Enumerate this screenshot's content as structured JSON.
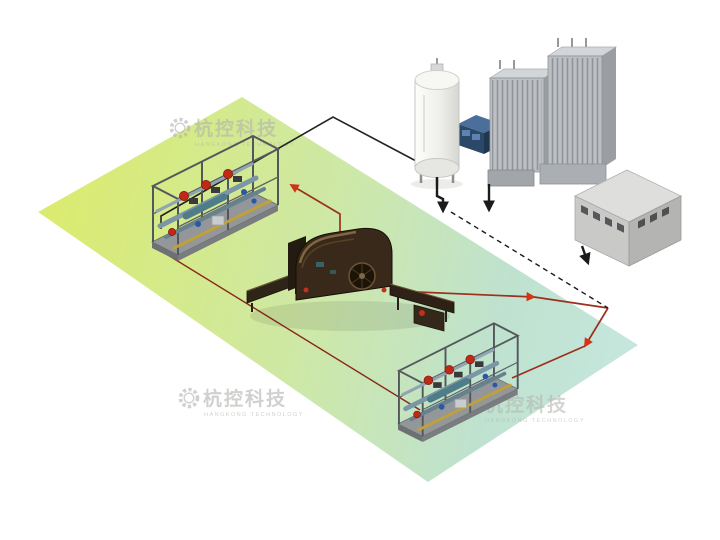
{
  "watermark": {
    "cn": "杭控科技",
    "en": "HANGKONG TECHNOLOGY"
  },
  "diagram": {
    "components": [
      "isometric-floor",
      "cryogenic-storage-tank",
      "chiller-unit",
      "vaporizer-bank-left",
      "vaporizer-bank-right",
      "base-cabinets",
      "control-building",
      "production-machine",
      "gas-control-skid-upper",
      "gas-control-skid-lower"
    ],
    "connections": [
      "overhead-pipe-route",
      "tank-outlet-arrow",
      "vaporizer-outlet-arrow",
      "building-outlet-arrow",
      "dashed-supply-line",
      "red-flow-supply-line",
      "red-flow-branch-to-lower-skid",
      "red-flow-branch-to-upper-skid",
      "dark-red-return-line"
    ]
  },
  "colors": {
    "floor_left": "#dbeb72",
    "floor_mid": "#cde8a8",
    "floor_right": "#c6e7df",
    "line_black": "#1b1b1b",
    "line_red": "#9c2f1d",
    "arrow_red": "#d63214",
    "machine_body": "#38291a",
    "tank_white": "#f2f2ef",
    "vaporizer_gray": "#bcc0c4",
    "building_gray": "#c9c9c7",
    "watermark_gray": "#b2b4ae",
    "skid_pipe": "#7b96a4",
    "pump_red": "#c02818",
    "valve_blue": "#2a58a6",
    "pipe_yellow": "#c0a038"
  }
}
